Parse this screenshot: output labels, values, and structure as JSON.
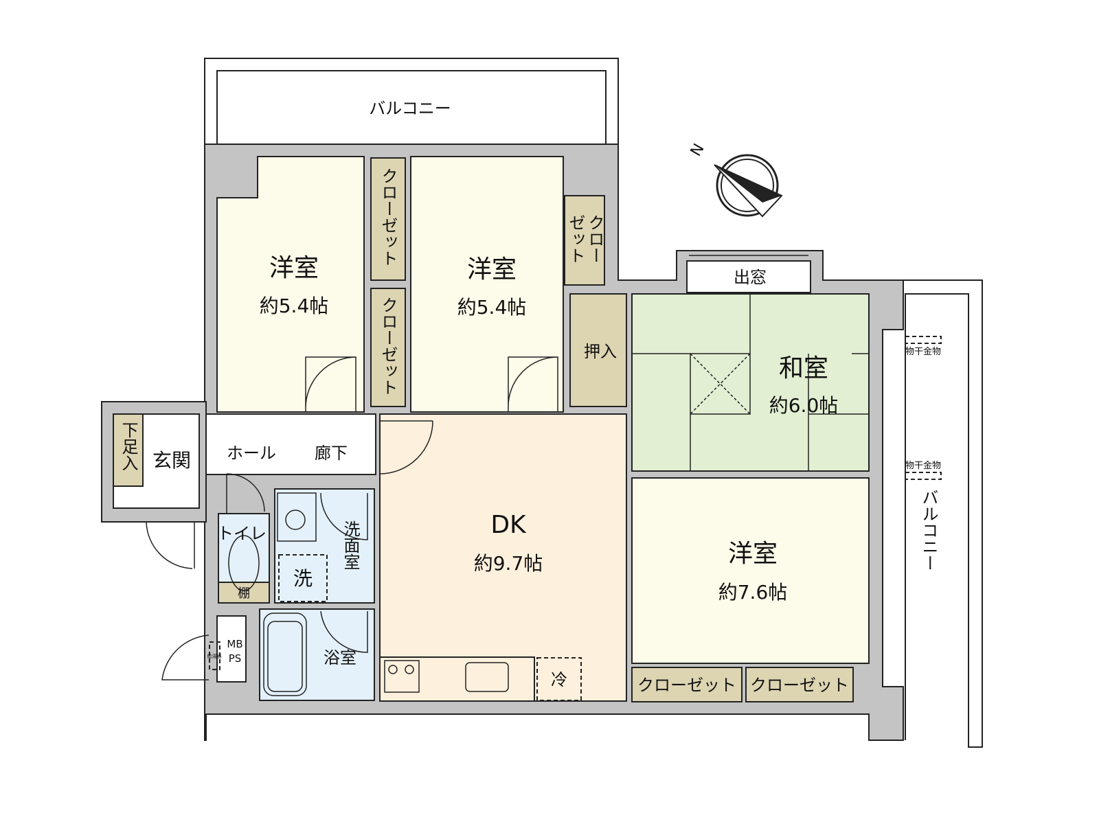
{
  "floorplan": {
    "balcony_top": "バルコニー",
    "balcony_right": "バルコニー",
    "compass_label": "N",
    "rooms": {
      "western1": {
        "name": "洋室",
        "size": "約5.4帖"
      },
      "western2": {
        "name": "洋室",
        "size": "約5.4帖"
      },
      "japanese": {
        "name": "和室",
        "size": "約6.0帖"
      },
      "western3": {
        "name": "洋室",
        "size": "約7.6帖"
      },
      "dk": {
        "name": "DK",
        "size": "約9.7帖"
      }
    },
    "closet": "クローゼット",
    "closet_split_a": "クロー",
    "closet_split_b": "ゼット",
    "oshiire": "押入",
    "bay_window": "出窓",
    "hall": "ホール",
    "corridor": "廊下",
    "entrance": "玄関",
    "shoe_box": "下足入",
    "toilet": "トイレ",
    "shelf": "棚",
    "washroom": "洗面室",
    "washer": "洗",
    "bathroom": "浴室",
    "fridge": "冷",
    "mbps_a": "MB",
    "mbps_b": "PS",
    "water_heater": "給湯器",
    "clothes_hanger": "物干金物",
    "colors": {
      "wall": "#c4c4c4",
      "western_room": "#fdfbea",
      "japanese_room": "#e2efd2",
      "dk": "#fdf0dd",
      "closet": "#ddd4b2",
      "wet_area": "#e4f1fb"
    }
  }
}
